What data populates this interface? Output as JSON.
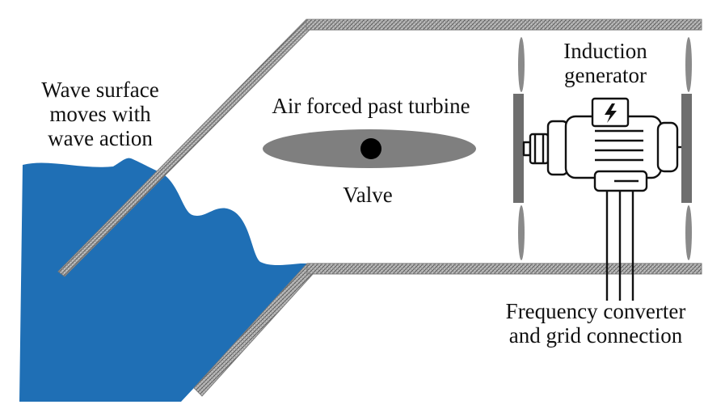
{
  "labels": {
    "wave_surface": [
      "Wave surface",
      "moves with",
      "wave action"
    ],
    "air_flow": "Air forced past turbine",
    "valve": "Valve",
    "generator": [
      "Induction",
      "generator"
    ],
    "grid": [
      "Frequency converter",
      "and grid connection"
    ]
  },
  "colors": {
    "water": "#1f6fb5",
    "wall_hatch": "#8a8a8a",
    "valve_disk": "#7f7f7f",
    "valve_pivot": "#000000",
    "turbine_blade": "#7a7a7a",
    "generator_line": "#111111"
  },
  "icons": {
    "generator_symbol": "lightning-bolt-icon"
  }
}
